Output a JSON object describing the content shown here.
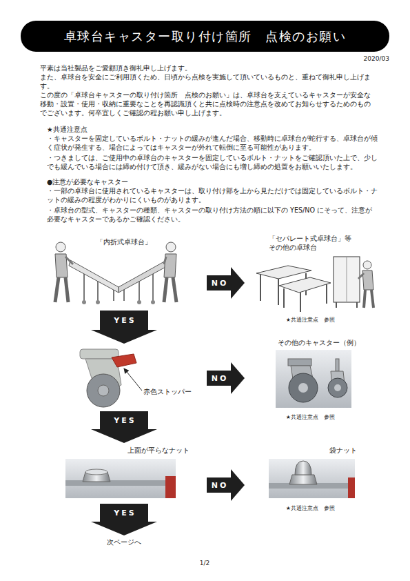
{
  "diagram": {
    "title": "卓球台キャスター取り付け箇所　点検のお願い",
    "nodes": [
      {
        "text": [
          "「内折式卓球台」"
        ]
      },
      {
        "text": [
          "「セパレート式卓球台」等 その他の卓球台",
          "★共通注意点　参照"
        ]
      },
      {
        "text": [
          "赤色ストッパー"
        ]
      },
      {
        "text": [
          "その他のキャスター（例）",
          "★共通注意点　参照"
        ]
      },
      {
        "text": [
          "上面が平らなナット"
        ]
      },
      {
        "text": [
          "袋ナット",
          "★共通注意点　参照"
        ]
      },
      {
        "text": [
          "次ページへ"
        ]
      }
    ],
    "edges": [
      {
        "from": 0,
        "to": 1,
        "arrow": "to",
        "label": "NO"
      },
      {
        "from": 0,
        "to": 2,
        "arrow": "to",
        "label": "YES"
      },
      {
        "from": 2,
        "to": 3,
        "arrow": "to",
        "label": "NO"
      },
      {
        "from": 2,
        "to": 4,
        "arrow": "to",
        "label": "YES"
      },
      {
        "from": 4,
        "to": 5,
        "arrow": "to",
        "label": "NO"
      },
      {
        "from": 4,
        "to": 6,
        "arrow": "to",
        "label": "YES"
      }
    ],
    "labels": [
      "2020/03",
      "平素は当社製品をご愛顧頂き御礼申し上げます。",
      "また、卓球台を安全にご利用頂くため、日頃から点検を実施して頂いているものと、重ねて御礼申し上げます。",
      "この度の「卓球台キャスターの取り付け箇所　点検のお願い」は、卓球台を支えているキャスターが安全な移動・設置・使用・収納に重要なことを再認識頂くと共に点検時の注意点を改めてお知らせするためのものでございます。何卒宜しくご確認の程お願い申し上げます。",
      "★共通注意点",
      "・キャスターを固定しているボルト・ナットの緩みが進んだ場合、移動時に卓球台が蛇行する、卓球台が傾く症状が発生する、場合によってはキャスターが外れて転倒に至る可能性があります。",
      "・つきましては、ご使用中の卓球台のキャスターを固定しているボルト・ナットをご確認頂いた上で、少しでも緩んでいる場合には締め付けて頂き、緩みがない場合にも増し締めの処置をお願いいたします。",
      "●注意が必要なキャスター",
      "・一部の卓球台に使用されているキャスターは、取り付け部を上から見ただけでは固定しているボルト・ナットの緩みの程度がわかりにくいものがあります。",
      "・卓球台の型式、キャスターの種類、キャスターの取り付け方法の順に以下の YES/NO にそって、注意が必要なキャスターであるかご確認ください。",
      "1/2"
    ]
  }
}
